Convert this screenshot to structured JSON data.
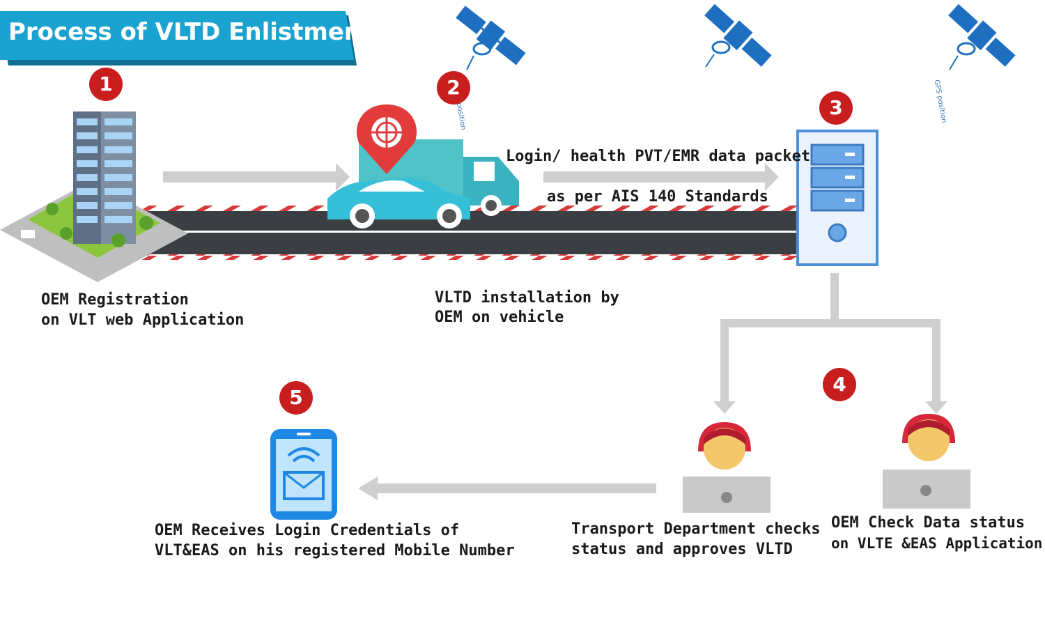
{
  "title": "Process of VLTD Enlistment",
  "steps": [
    "1",
    "2",
    "3",
    "4",
    "5"
  ],
  "labels": {
    "oem_registration": [
      "OEM Registration",
      "on VLT web Application"
    ],
    "installation": [
      "VLTD installation by",
      "OEM on vehicle"
    ],
    "data_packet": [
      "Login/ health PVT/EMR data packet",
      "as per AIS 140 Standards"
    ],
    "credentials": [
      "OEM Receives Login Credentials of",
      "VLT&EAS on his registered Mobile Number"
    ],
    "transport": [
      "Transport Department checks",
      "status and approves VLTD"
    ],
    "oem_check": [
      "OEM Check Data status",
      "on VLTE &EAS Application"
    ]
  },
  "gps_label": "GPS position",
  "colors": {
    "title_bg": "#1aa3d0",
    "step_badge": "#c81e1e",
    "arrow": "#cfcfcf",
    "satellite": "#1f6fc0",
    "server": "#4a8fd8"
  }
}
